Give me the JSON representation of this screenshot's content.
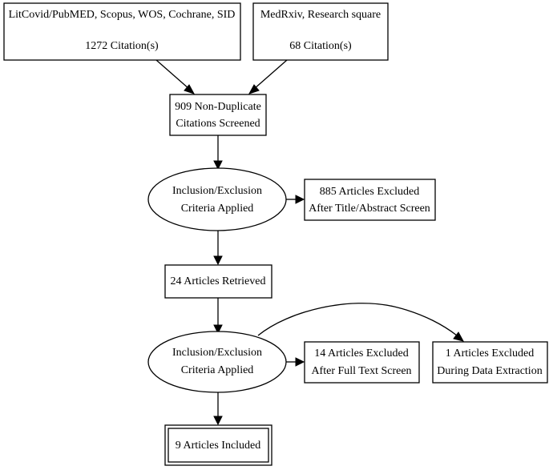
{
  "nodes": {
    "source_databases": {
      "line1": "LitCovid/PubMED, Scopus, WOS, Cochrane, SID",
      "line2": "1272 Citation(s)"
    },
    "source_preprints": {
      "line1": "MedRxiv, Research square",
      "line2": "68 Citation(s)"
    },
    "screened": {
      "line1": "909 Non-Duplicate",
      "line2": "Citations Screened"
    },
    "criteria_1": {
      "line1": "Inclusion/Exclusion",
      "line2": "Criteria Applied"
    },
    "excluded_title_abstract": {
      "line1": "885 Articles Excluded",
      "line2": "After Title/Abstract Screen"
    },
    "retrieved": {
      "line1": "24 Articles Retrieved"
    },
    "criteria_2": {
      "line1": "Inclusion/Exclusion",
      "line2": "Criteria Applied"
    },
    "excluded_full_text": {
      "line1": "14 Articles Excluded",
      "line2": "After Full Text Screen"
    },
    "excluded_data_extraction": {
      "line1": "1 Articles Excluded",
      "line2": "During Data Extraction"
    },
    "included": {
      "line1": "9 Articles Included"
    }
  },
  "edges": [
    {
      "from": "source_databases",
      "to": "screened"
    },
    {
      "from": "source_preprints",
      "to": "screened"
    },
    {
      "from": "screened",
      "to": "criteria_1"
    },
    {
      "from": "criteria_1",
      "to": "excluded_title_abstract"
    },
    {
      "from": "criteria_1",
      "to": "retrieved"
    },
    {
      "from": "retrieved",
      "to": "criteria_2"
    },
    {
      "from": "criteria_2",
      "to": "excluded_full_text"
    },
    {
      "from": "criteria_2",
      "to": "excluded_data_extraction"
    },
    {
      "from": "criteria_2",
      "to": "included"
    }
  ]
}
